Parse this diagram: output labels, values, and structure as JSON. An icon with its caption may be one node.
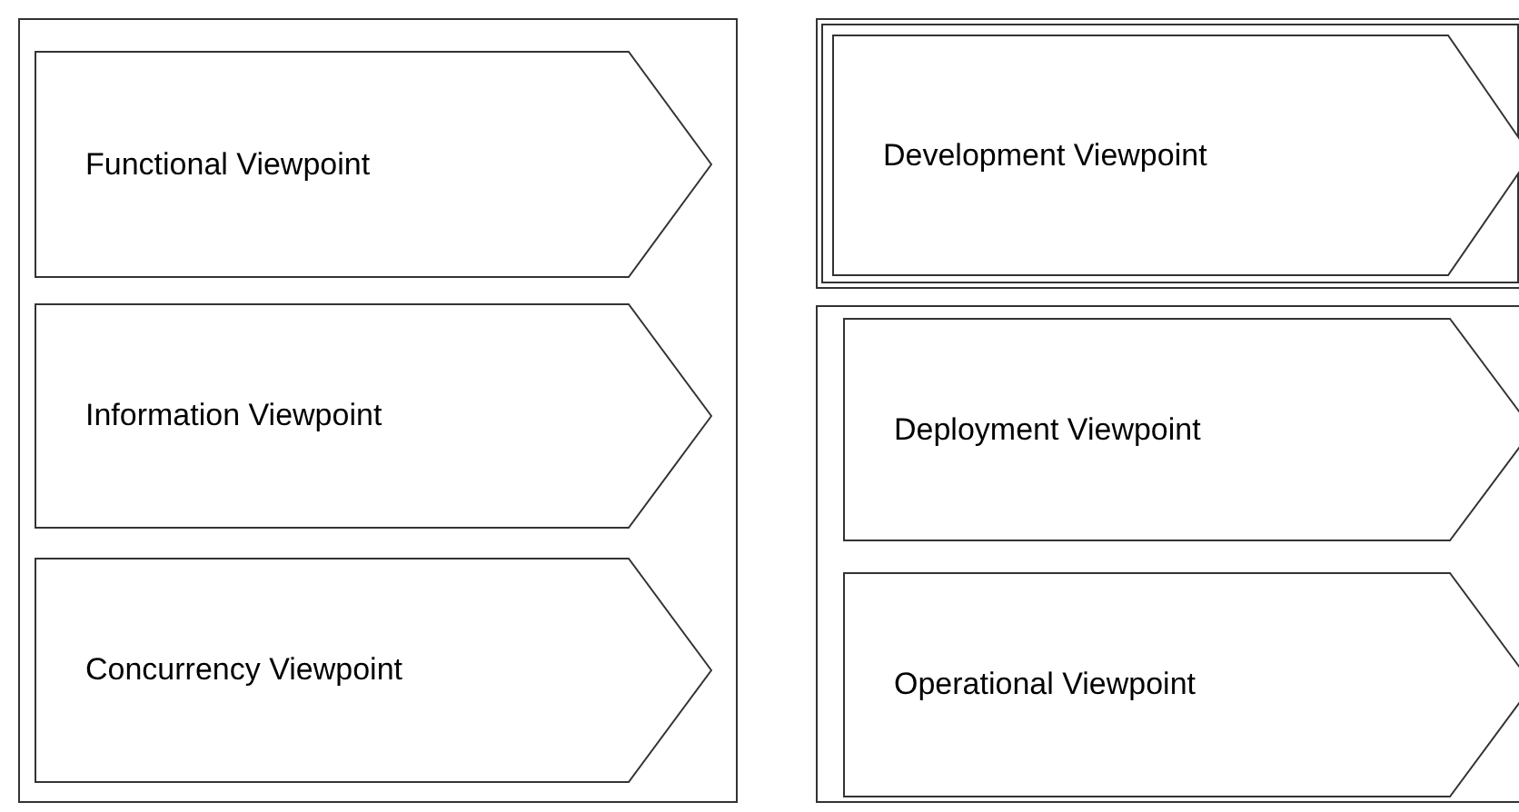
{
  "diagram": {
    "nodes": [
      {
        "text": [],
        "shape": "box"
      },
      {
        "text": [
          "Functional Viewpoint"
        ],
        "in": 0
      },
      {
        "text": [
          "Information Viewpoint"
        ],
        "in": 0
      },
      {
        "text": [
          "Concurrency Viewpoint"
        ],
        "in": 0
      },
      {
        "text": [],
        "shape": "box"
      },
      {
        "text": [
          "Development Viewpoint"
        ],
        "in": 4
      },
      {
        "text": [],
        "shape": "box"
      },
      {
        "text": [
          "Deployment Viewpoint"
        ],
        "in": 6
      },
      {
        "text": [
          "Operational Viewpoint"
        ],
        "in": 6
      }
    ]
  }
}
